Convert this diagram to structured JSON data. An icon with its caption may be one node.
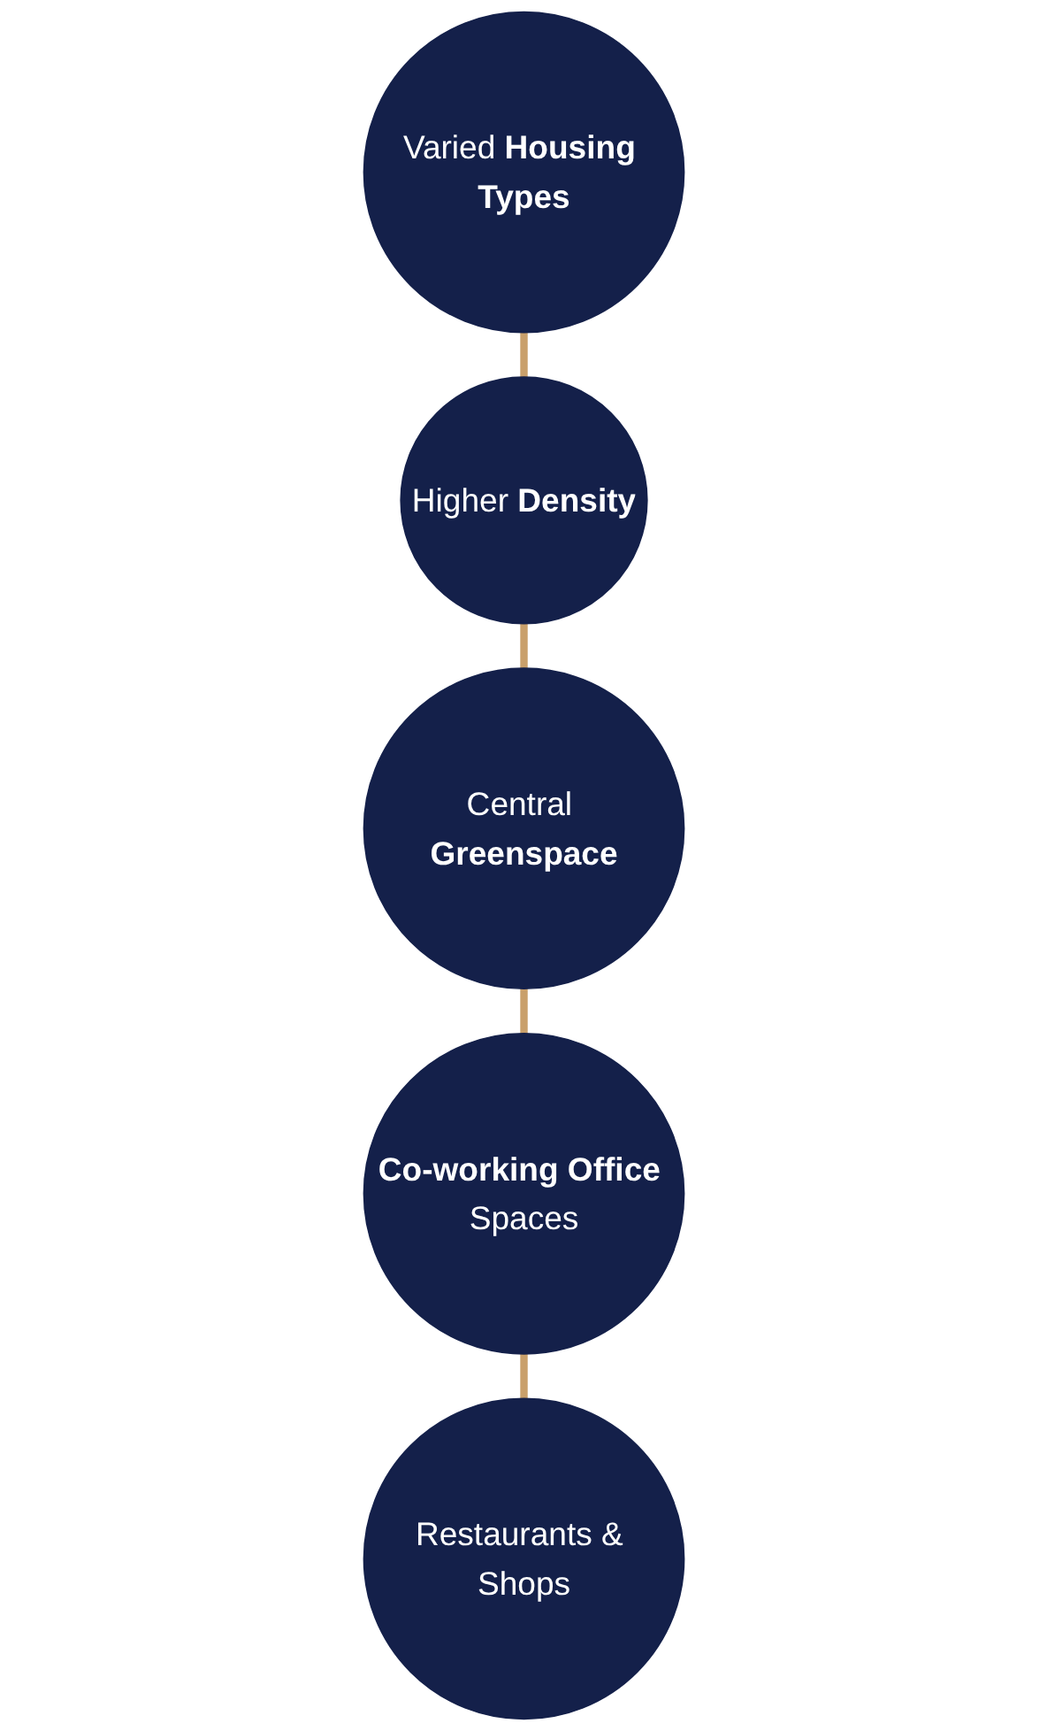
{
  "diagram": {
    "nodes": [
      {
        "text": [
          "Varied **Housing Types**"
        ]
      },
      {
        "text": [
          "Higher **Density**"
        ]
      },
      {
        "text": [
          "Central **Greenspace**"
        ]
      },
      {
        "text": [
          "**Co-working Office** Spaces"
        ]
      },
      {
        "text": [
          "Restaurants & Shops"
        ]
      }
    ],
    "edges": [
      {
        "from": 0,
        "to": 1,
        "arrow": "none"
      },
      {
        "from": 1,
        "to": 2,
        "arrow": "none"
      },
      {
        "from": 2,
        "to": 3,
        "arrow": "none"
      },
      {
        "from": 3,
        "to": 4,
        "arrow": "none"
      }
    ]
  }
}
